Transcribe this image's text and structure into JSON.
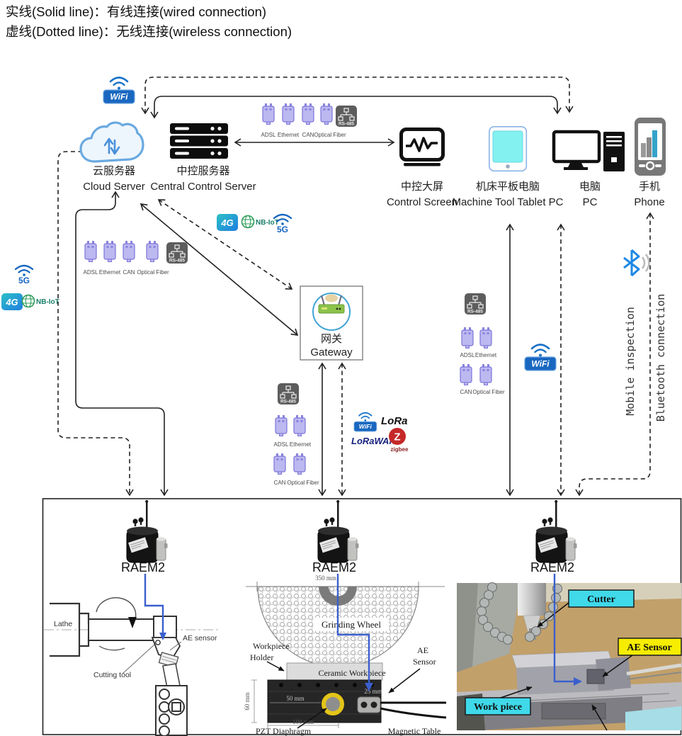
{
  "legend": {
    "solid": "实线(Solid line)：有线连接(wired connection)",
    "dotted": "虚线(Dotted line)：无线连接(wireless connection)"
  },
  "nodes": {
    "cloud": {
      "zh": "云服务器",
      "en": "Cloud Server"
    },
    "server": {
      "zh": "中控服务器",
      "en": "Central Control Server"
    },
    "screen": {
      "zh": "中控大屏",
      "en": "Control Screen"
    },
    "tablet": {
      "zh": "机床平板电脑",
      "en": "Machine Tool Tablet PC"
    },
    "pc": {
      "zh": "电脑",
      "en": "PC"
    },
    "phone": {
      "zh": "手机",
      "en": "Phone"
    },
    "gateway": {
      "zh": "网关",
      "en": "Gateway"
    }
  },
  "protocols": {
    "adsl": "ADSL",
    "ethernet": "Ethernet",
    "can": "CAN",
    "fiber": "Optical Fiber",
    "rs485": "RS-485",
    "wifi": "WiFi",
    "g4": "4G",
    "g5": "5G",
    "nbiot": "NB-IoT",
    "lora": "LoRa",
    "lorawan": "LoRaWAN",
    "zigbee_z": "Z",
    "zigbee": "zigbee"
  },
  "bluetooth_path": {
    "mobile": "Mobile inspection",
    "bt": "Bluetooth connection"
  },
  "raem2_label": "RAEM2",
  "lathe": {
    "lathe": "Lathe",
    "ae": "AE sensor",
    "tool": "Cutting tool"
  },
  "grinding": {
    "d350": "350 mm",
    "wheel": "Grinding Wheel",
    "wp1": "Workpiece",
    "wp2": "Holder",
    "ceramic": "Ceramic Workpiece",
    "ae1": "AE",
    "ae2": "Sensor",
    "d60": "60 mm",
    "d50": "50 mm",
    "d25": "25 mm",
    "d100": "100 mm",
    "pzt": "PZT Diaphragm",
    "mag": "Magnetic Table"
  },
  "cnc": {
    "cutter": "Cutter",
    "ae": "AE Sensor",
    "work": "Work piece"
  },
  "colors": {
    "line": "#222222",
    "sensor_line_blue": "#3a5fcd",
    "wifi_blue": "#1967c0",
    "connector_purple": "#bcb8f0",
    "rs485_gray": "#5d5d5d",
    "zigbee_red": "#c62828",
    "cutter_label_cyan": "#3fd9ea",
    "ae_label_yellow": "#f6ed00"
  }
}
